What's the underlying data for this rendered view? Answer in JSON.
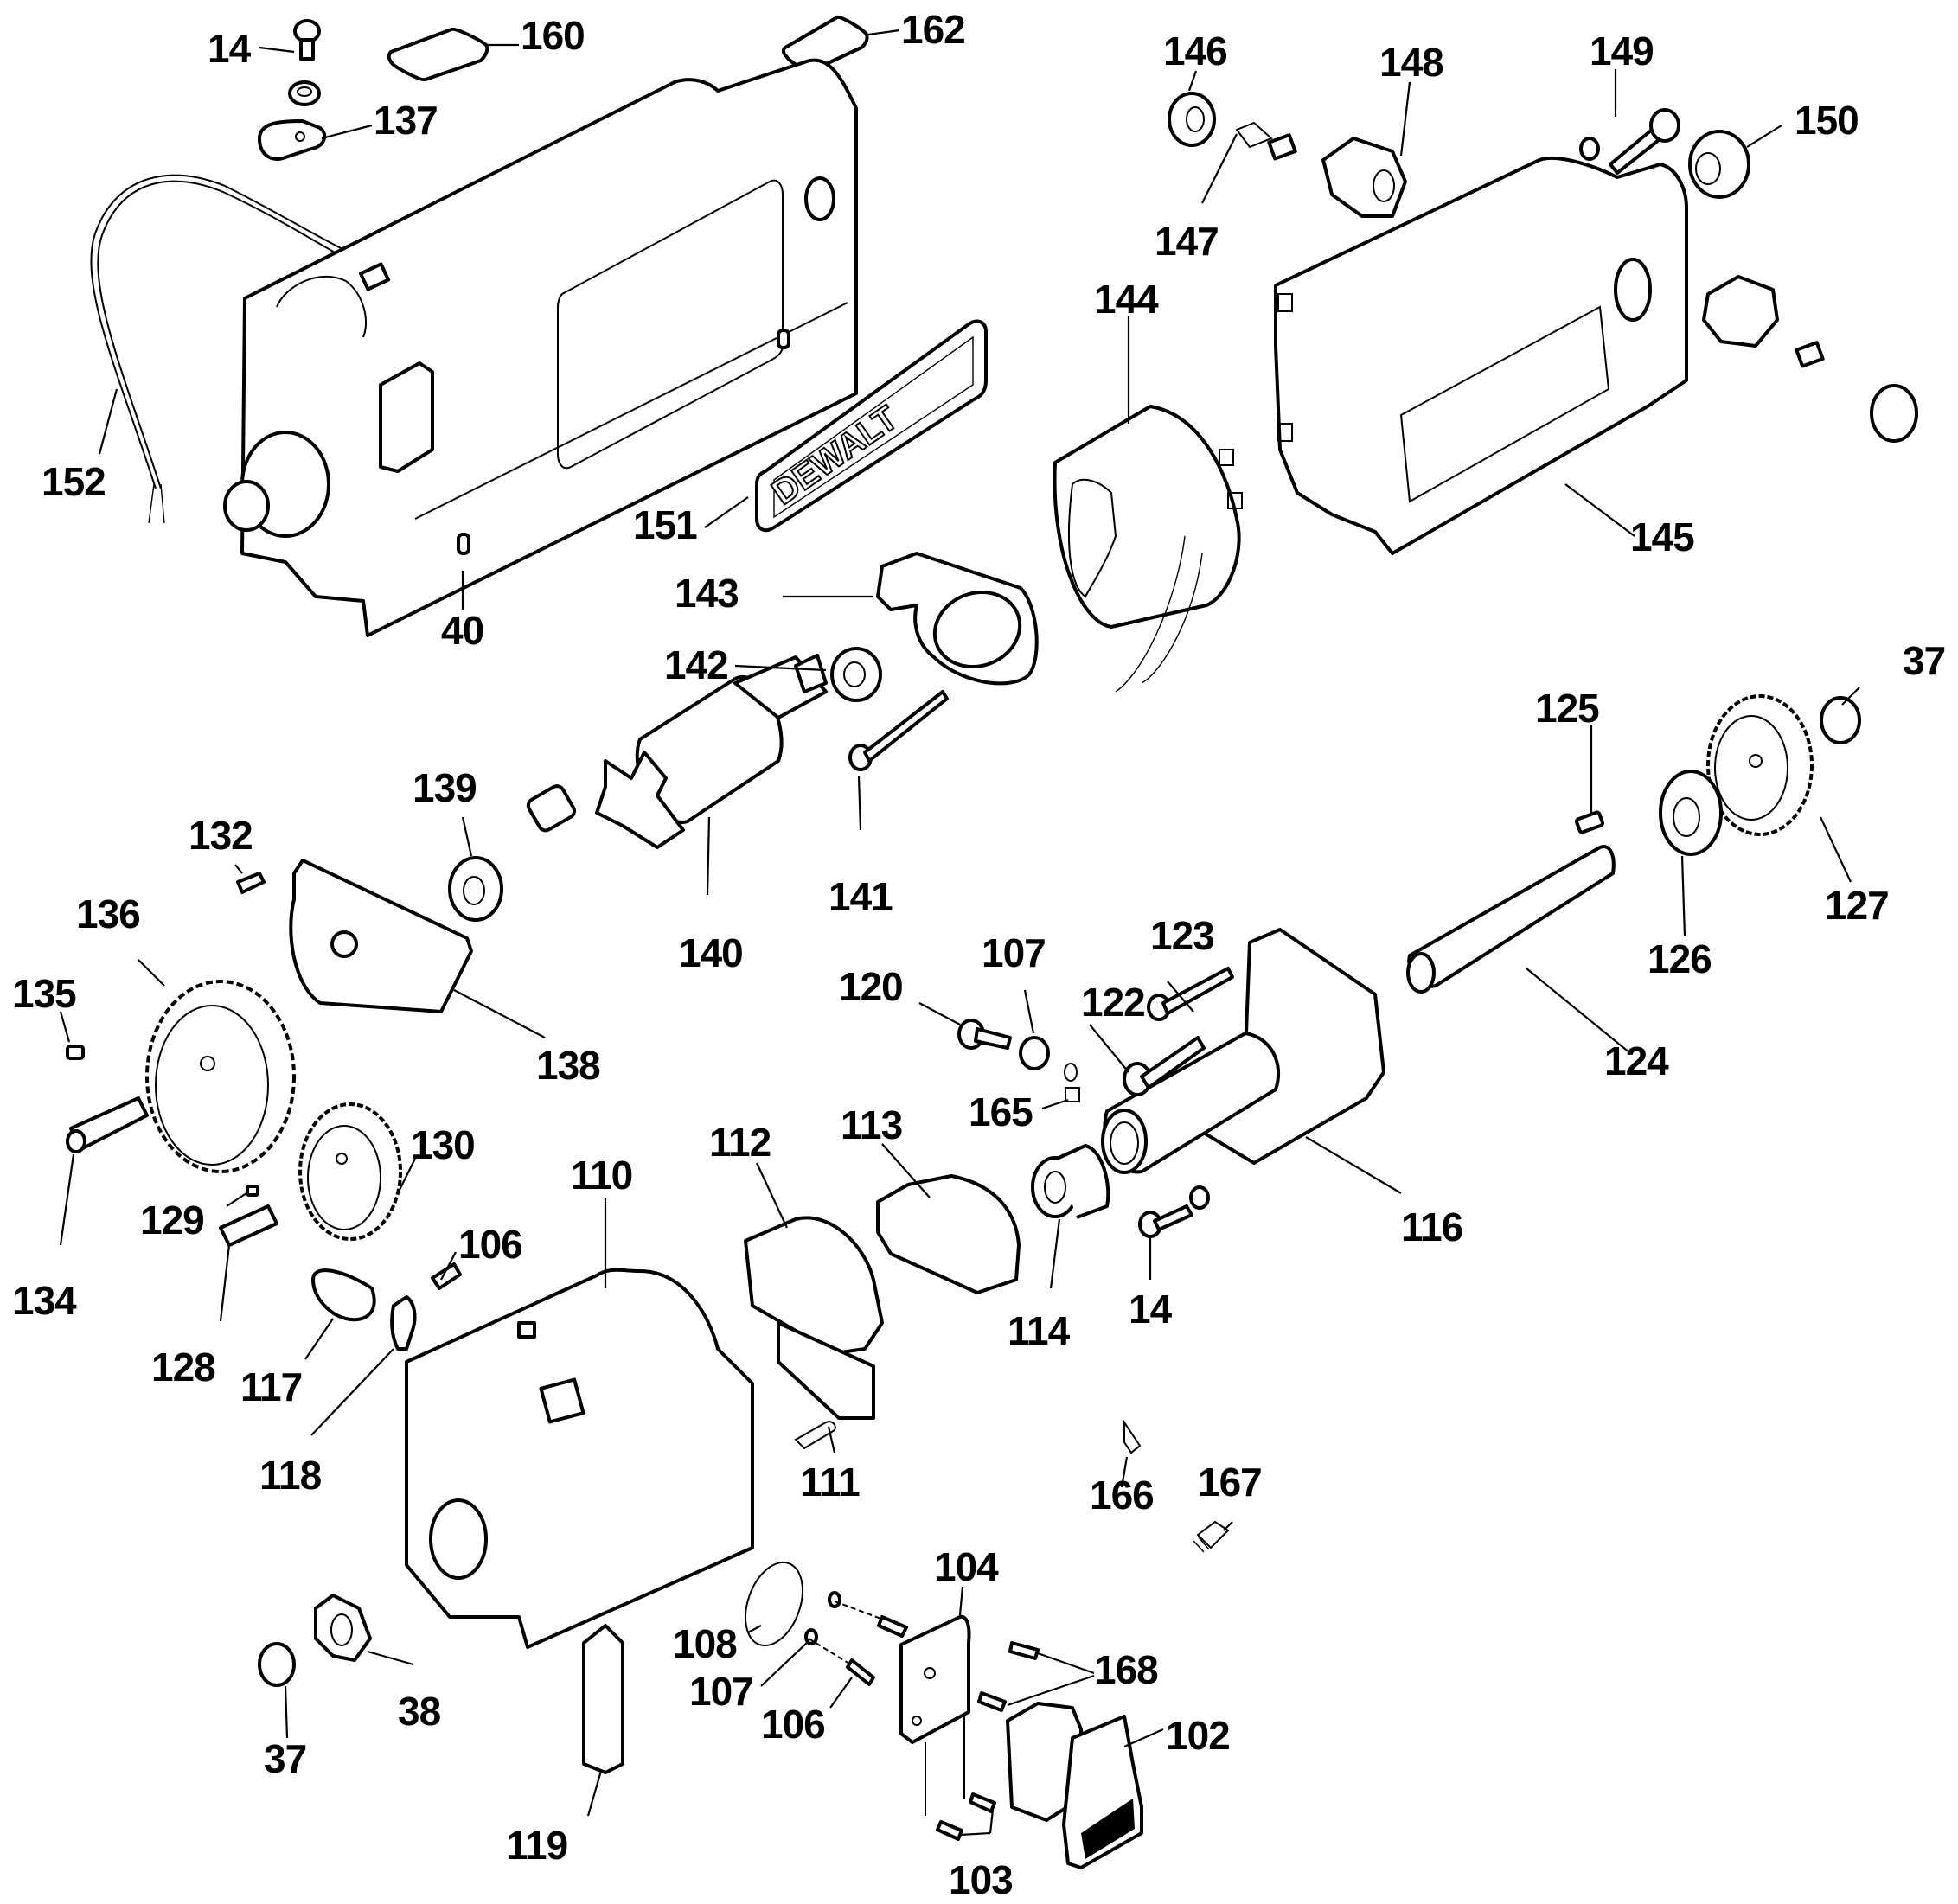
{
  "diagram": {
    "title": "DeWalt power tool exploded parts diagram",
    "brand_plate_text": "DEWALT",
    "parts": [
      {
        "id": "14a",
        "label": "14",
        "name": "screw"
      },
      {
        "id": "160",
        "label": "160",
        "name": "label"
      },
      {
        "id": "162",
        "label": "162",
        "name": "label"
      },
      {
        "id": "137",
        "label": "137",
        "name": "cord clamp"
      },
      {
        "id": "152",
        "label": "152",
        "name": "cord"
      },
      {
        "id": "40",
        "label": "40",
        "name": "pin"
      },
      {
        "id": "151",
        "label": "151",
        "name": "nameplate"
      },
      {
        "id": "143",
        "label": "143",
        "name": "baffle"
      },
      {
        "id": "142",
        "label": "142",
        "name": "bearing"
      },
      {
        "id": "141",
        "label": "141",
        "name": "screw"
      },
      {
        "id": "140",
        "label": "140",
        "name": "armature"
      },
      {
        "id": "139",
        "label": "139",
        "name": "bearing"
      },
      {
        "id": "132",
        "label": "132",
        "name": "screw"
      },
      {
        "id": "136",
        "label": "136",
        "name": "gear"
      },
      {
        "id": "135",
        "label": "135",
        "name": "key"
      },
      {
        "id": "138",
        "label": "138",
        "name": "gear case"
      },
      {
        "id": "134",
        "label": "134",
        "name": "pinion"
      },
      {
        "id": "130",
        "label": "130",
        "name": "gear"
      },
      {
        "id": "129",
        "label": "129",
        "name": "key"
      },
      {
        "id": "128",
        "label": "128",
        "name": "pinion"
      },
      {
        "id": "117",
        "label": "117",
        "name": "bushing"
      },
      {
        "id": "118",
        "label": "118",
        "name": "clip"
      },
      {
        "id": "106a",
        "label": "106",
        "name": "screw"
      },
      {
        "id": "110",
        "label": "110",
        "name": "housing"
      },
      {
        "id": "112",
        "label": "112",
        "name": "bracket"
      },
      {
        "id": "113",
        "label": "113",
        "name": "cover"
      },
      {
        "id": "111",
        "label": "111",
        "name": "terminal"
      },
      {
        "id": "146",
        "label": "146",
        "name": "brush cap"
      },
      {
        "id": "147",
        "label": "147",
        "name": "brush"
      },
      {
        "id": "148",
        "label": "148",
        "name": "brush holder"
      },
      {
        "id": "149",
        "label": "149",
        "name": "screw"
      },
      {
        "id": "150",
        "label": "150",
        "name": "brush cap"
      },
      {
        "id": "144",
        "label": "144",
        "name": "field"
      },
      {
        "id": "145",
        "label": "145",
        "name": "motor housing"
      },
      {
        "id": "125",
        "label": "125",
        "name": "key"
      },
      {
        "id": "37a",
        "label": "37",
        "name": "retaining ring"
      },
      {
        "id": "127",
        "label": "127",
        "name": "gear"
      },
      {
        "id": "126",
        "label": "126",
        "name": "bearing"
      },
      {
        "id": "124",
        "label": "124",
        "name": "shaft"
      },
      {
        "id": "123",
        "label": "123",
        "name": "screw"
      },
      {
        "id": "122",
        "label": "122",
        "name": "screw"
      },
      {
        "id": "120",
        "label": "120",
        "name": "screw"
      },
      {
        "id": "107a",
        "label": "107",
        "name": "washer"
      },
      {
        "id": "165",
        "label": "165",
        "name": "terminal"
      },
      {
        "id": "116",
        "label": "116",
        "name": "gear housing"
      },
      {
        "id": "114",
        "label": "114",
        "name": "bearing"
      },
      {
        "id": "14b",
        "label": "14",
        "name": "screw"
      },
      {
        "id": "166",
        "label": "166",
        "name": "connector"
      },
      {
        "id": "167",
        "label": "167",
        "name": "connector"
      },
      {
        "id": "104",
        "label": "104",
        "name": "switch bracket"
      },
      {
        "id": "108",
        "label": "108",
        "name": "plate"
      },
      {
        "id": "107b",
        "label": "107",
        "name": "washer"
      },
      {
        "id": "106b",
        "label": "106",
        "name": "screw"
      },
      {
        "id": "168",
        "label": "168",
        "name": "screws"
      },
      {
        "id": "102",
        "label": "102",
        "name": "switch"
      },
      {
        "id": "103",
        "label": "103",
        "name": "screws"
      },
      {
        "id": "119",
        "label": "119",
        "name": "switch actuator"
      },
      {
        "id": "38",
        "label": "38",
        "name": "knob"
      },
      {
        "id": "37b",
        "label": "37",
        "name": "retaining ring"
      }
    ]
  }
}
